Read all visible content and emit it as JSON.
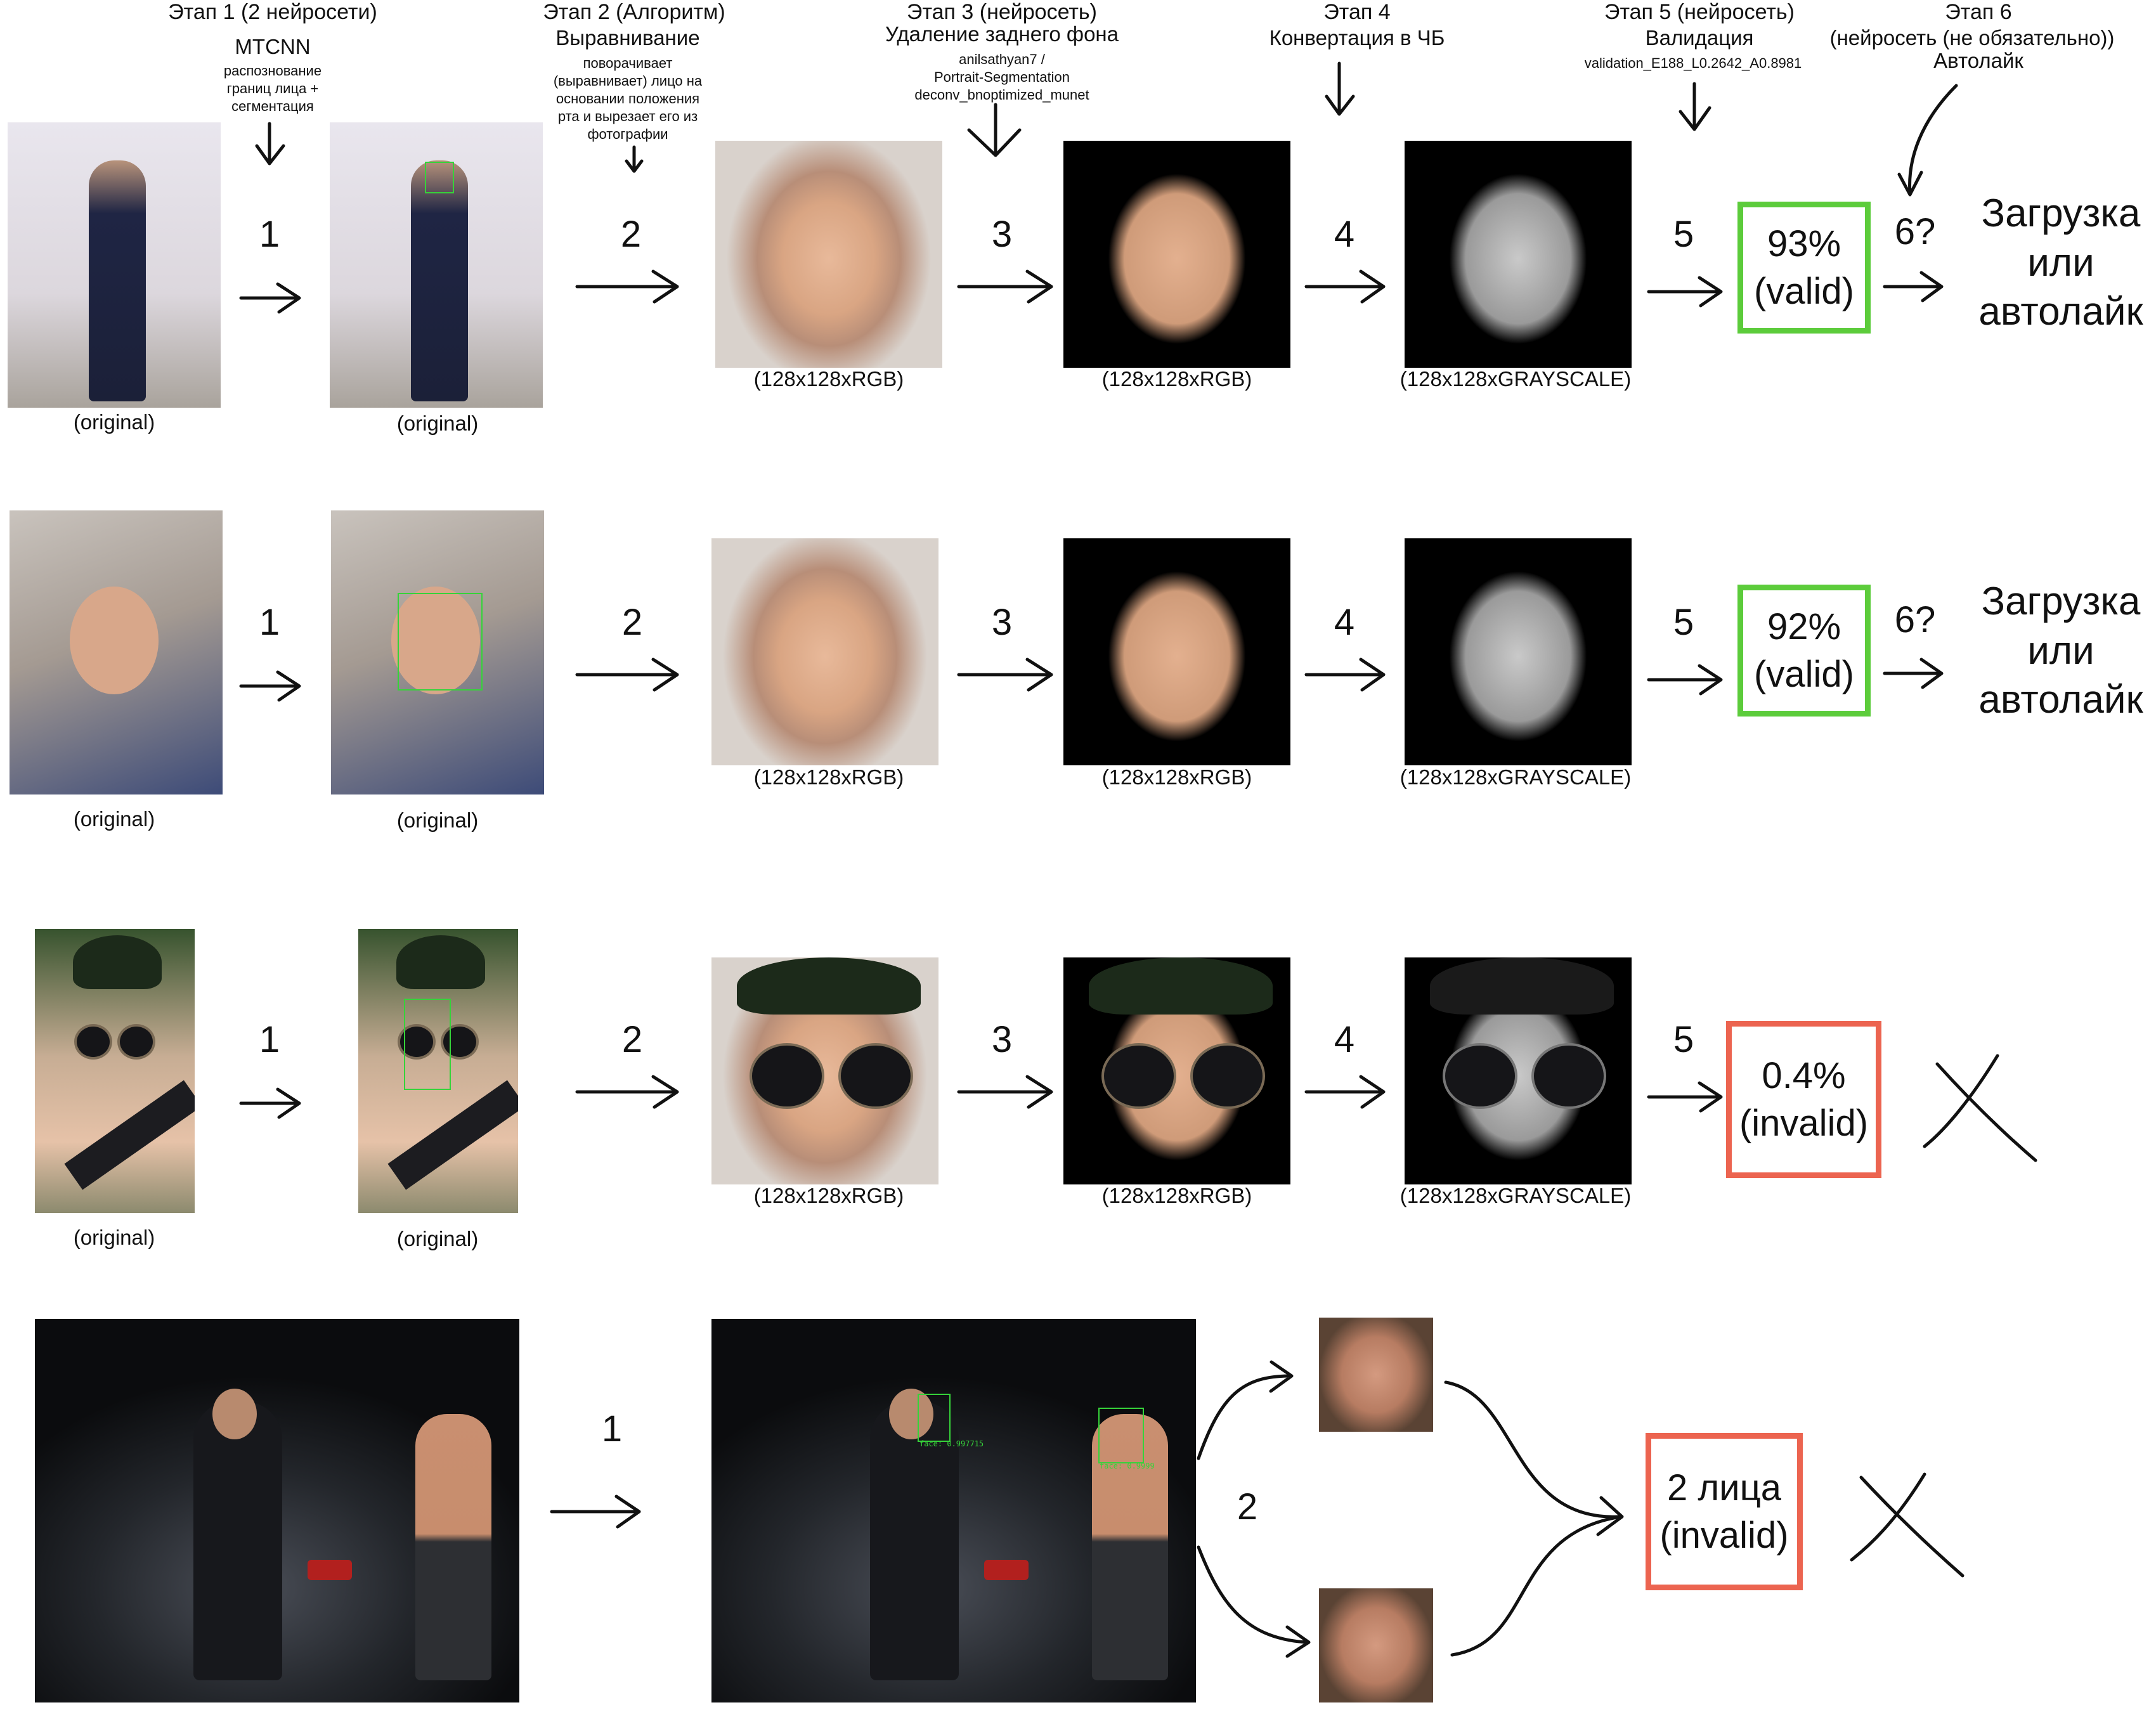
{
  "headers": {
    "stage1": {
      "title": "Этап 1 (2 нейросети)",
      "name": "MTCNN",
      "desc": [
        "распознование",
        "границ лица +",
        "сегментация"
      ]
    },
    "stage2": {
      "title": "Этап 2 (Алгоритм)",
      "name": "Выравнивание",
      "desc": [
        "поворачивает",
        "(выравнивает) лицо на",
        "основании положения",
        "рта и вырезает его из",
        "фотографии"
      ]
    },
    "stage3": {
      "title": "Этап 3 (нейросеть)",
      "name": "Удаление заднего фона",
      "desc": [
        "anilsathyan7 /",
        "Portrait-Segmentation",
        "deconv_bnoptimized_munet"
      ]
    },
    "stage4": {
      "title": "Этап 4",
      "name": "Конвертация в ЧБ"
    },
    "stage5": {
      "title": "Этап 5 (нейросеть)",
      "name": "Валидация",
      "desc": [
        "validation_E188_L0.2642_A0.8981"
      ]
    },
    "stage6": {
      "title": "Этап 6",
      "name": "(нейросеть (не обязательно))",
      "desc": [
        "Автолайк"
      ]
    }
  },
  "labels": {
    "original": "(original)",
    "rgb": "(128x128xRGB)",
    "gray": "(128x128xGRAYSCALE)",
    "n1": "1",
    "n2": "2",
    "n3": "3",
    "n4": "4",
    "n5": "5",
    "n6": "6?"
  },
  "rows": [
    {
      "score": "93%",
      "status": "(valid)",
      "result": [
        "Загрузка",
        "или",
        "автолайк"
      ],
      "color": "#5ccc3b"
    },
    {
      "score": "92%",
      "status": "(valid)",
      "result": [
        "Загрузка",
        "или",
        "автолайк"
      ],
      "color": "#5ccc3b"
    },
    {
      "score": "0.4%",
      "status": "(invalid)",
      "color": "#ec6450"
    },
    {
      "score": "2 лица",
      "status": "(invalid)",
      "color": "#ec6450"
    }
  ],
  "detections": {
    "face1": "face: 0.997715",
    "face2": "face: 0.9999"
  },
  "icons": [
    "arrow-right-icon",
    "arrow-down-icon",
    "cross-icon",
    "curved-arrow-icon"
  ]
}
